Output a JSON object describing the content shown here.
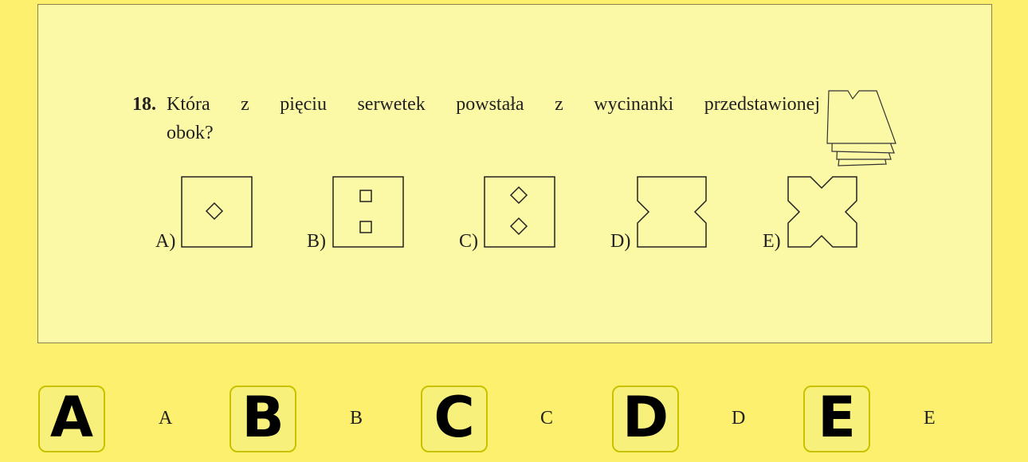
{
  "question": {
    "number": "18.",
    "line1": "Która z pięciu serwetek powstała z wycinanki przedstawionej",
    "line2": "obok?"
  },
  "options": [
    {
      "label": "A)"
    },
    {
      "label": "B)"
    },
    {
      "label": "C)"
    },
    {
      "label": "D)"
    },
    {
      "label": "E)"
    }
  ],
  "answers": [
    {
      "letter": "A",
      "text": "A"
    },
    {
      "letter": "B",
      "text": "B"
    },
    {
      "letter": "C",
      "text": "C"
    },
    {
      "letter": "D",
      "text": "D"
    },
    {
      "letter": "E",
      "text": "E"
    }
  ],
  "colors": {
    "background": "#fdf06e",
    "panel": "#fcf9a6",
    "button": "#f7f07a",
    "button_border": "#c9c200"
  }
}
